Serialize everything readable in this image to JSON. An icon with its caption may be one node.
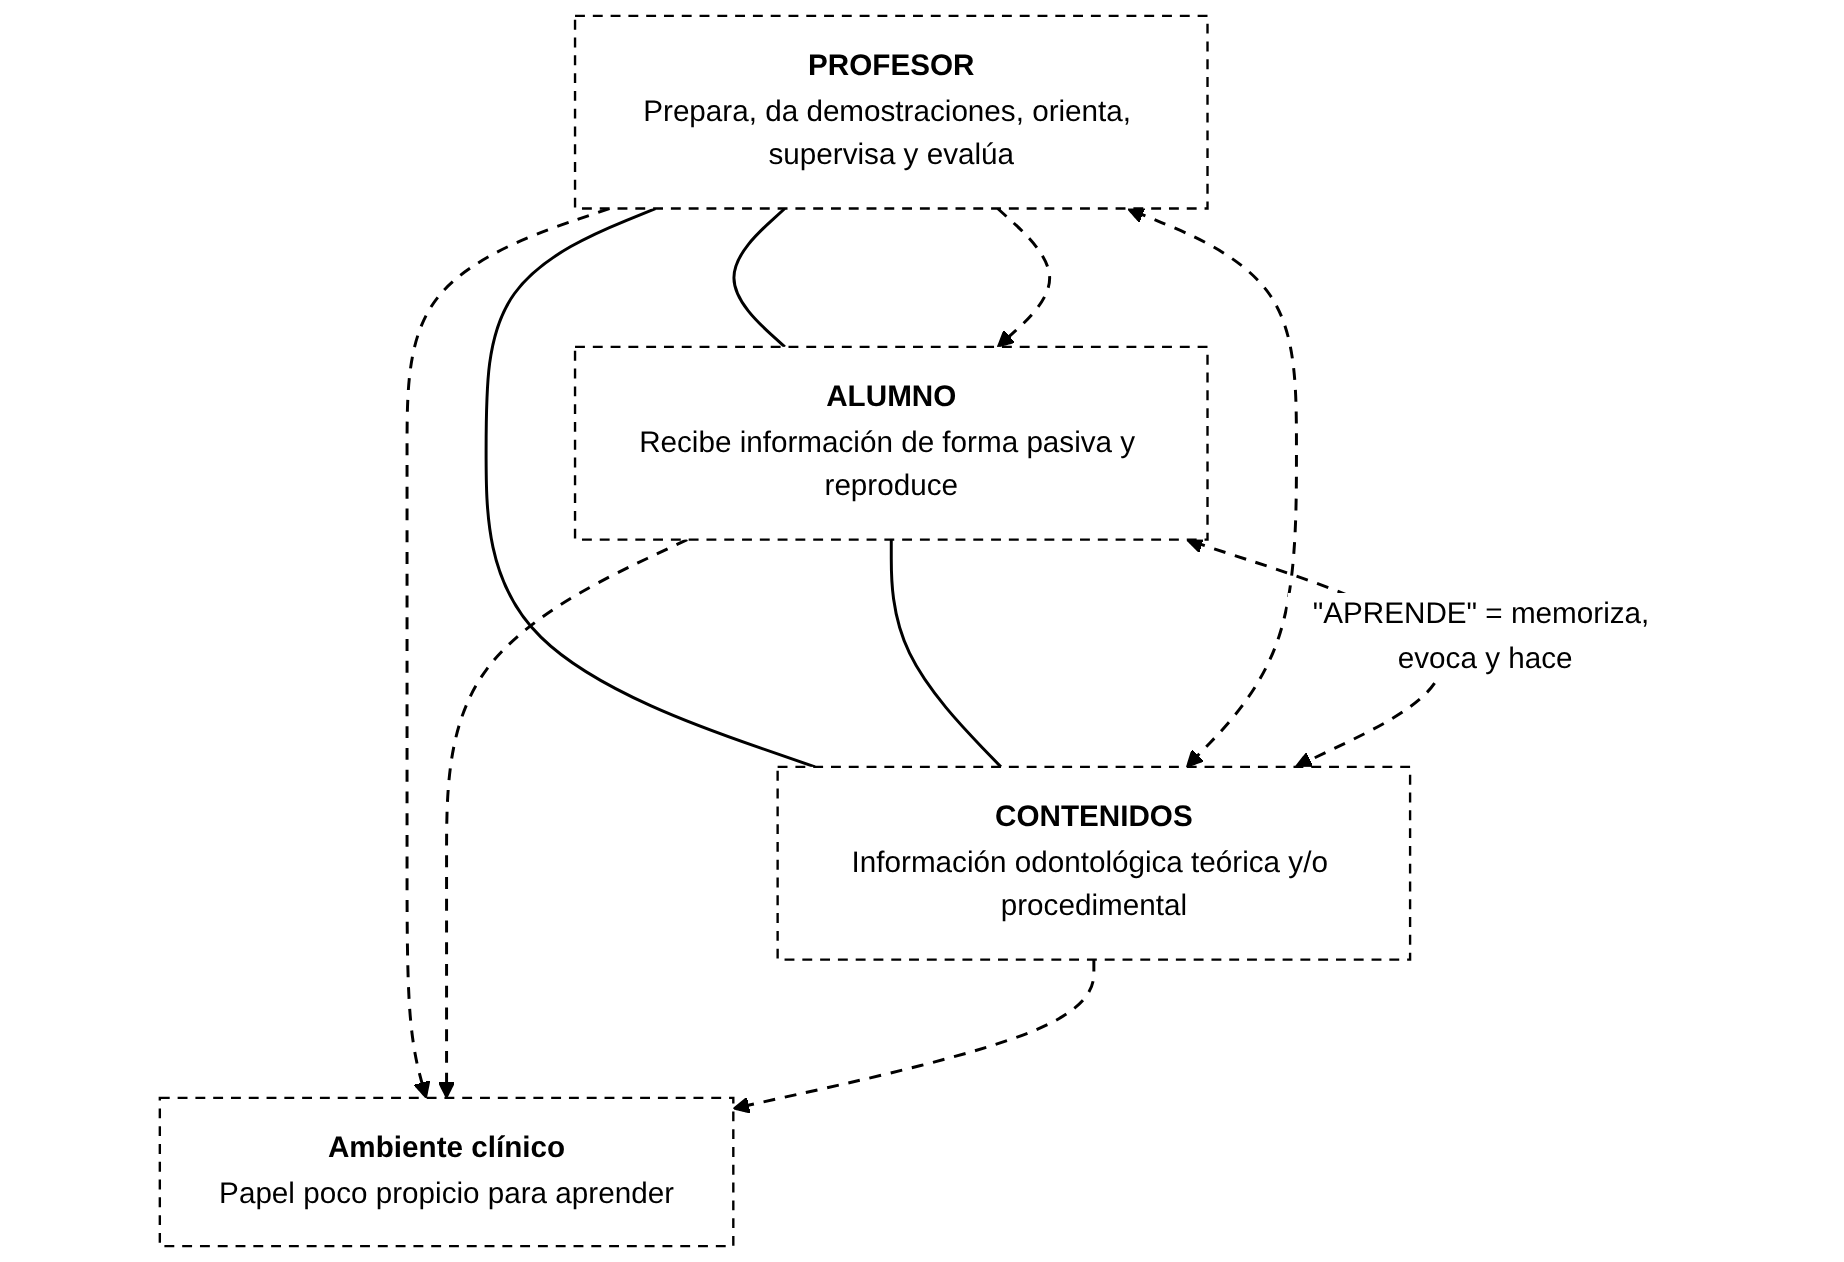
{
  "diagram": {
    "nodes": [
      {
        "text": [
          "PROFESOR",
          "Prepara, da demostraciones, orienta, supervisa y evalúa"
        ]
      },
      {
        "text": [
          "Ambiente clínico",
          "Papel poco propicio para aprender"
        ]
      },
      {
        "text": [
          "ALUMNO",
          "Recibe información de forma pasiva y reproduce"
        ]
      },
      {
        "text": [
          "CONTENIDOS",
          "Información odontológica teórica y/o procedimental"
        ]
      }
    ],
    "edges": [
      {
        "from": 0,
        "to": 2,
        "arrow": "none"
      },
      {
        "from": 0,
        "to": 3,
        "arrow": "none"
      },
      {
        "from": 2,
        "to": 3,
        "arrow": "none"
      },
      {
        "from": 0,
        "to": 2,
        "arrow": "to",
        "style": "dashed"
      },
      {
        "from": 0,
        "to": 1,
        "arrow": "to",
        "style": "dashed"
      },
      {
        "from": 2,
        "to": 1,
        "arrow": "to",
        "style": "dashed"
      },
      {
        "from": 3,
        "to": 1,
        "arrow": "to",
        "style": "dashed"
      },
      {
        "from": 0,
        "to": 3,
        "arrow": "both",
        "style": "dashed"
      },
      {
        "from": 2,
        "to": 3,
        "arrow": "both",
        "style": "dashed",
        "label": "\"APRENDE\" = memoriza, evoca y hace"
      }
    ]
  }
}
